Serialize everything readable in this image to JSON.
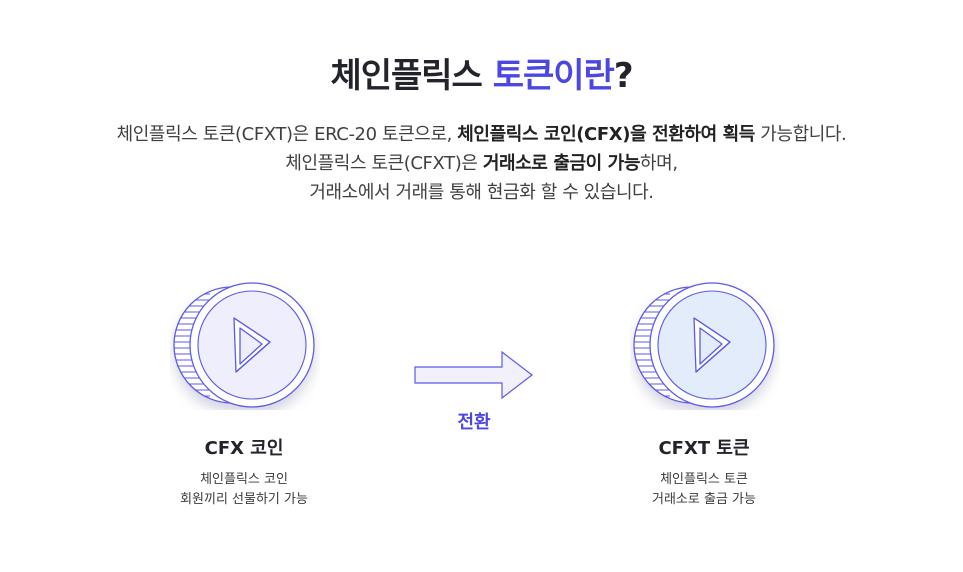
{
  "heading": {
    "main": "체인플릭스 ",
    "accent": "토큰이란",
    "suffix": "?"
  },
  "description": {
    "line1_a": "체인플릭스 토큰(CFXT)은 ERC-20 토큰으로, ",
    "line1_b": "체인플릭스 코인(CFX)을 전환하여 획득",
    "line1_c": " 가능합니다.",
    "line2_a": "체인플릭스 토큰(CFXT)은 ",
    "line2_b": "거래소로 출금이 가능",
    "line2_c": "하며,",
    "line3": "거래소에서 거래를 통해 현금화 할 수 있습니다."
  },
  "conversion": {
    "label": "전환"
  },
  "coins": [
    {
      "name": "CFX 코인",
      "desc_line1": "체인플릭스 코인",
      "desc_line2": "회원끼리 선물하기 가능",
      "face_color": "#eeeefc"
    },
    {
      "name": "CFXT 토큰",
      "desc_line1": "체인플릭스 토큰",
      "desc_line2": "거래소로 출금 가능",
      "face_color": "#e3ecfb"
    }
  ],
  "colors": {
    "accent": "#4b47e0",
    "coin_stroke": "#5b5ae8"
  }
}
